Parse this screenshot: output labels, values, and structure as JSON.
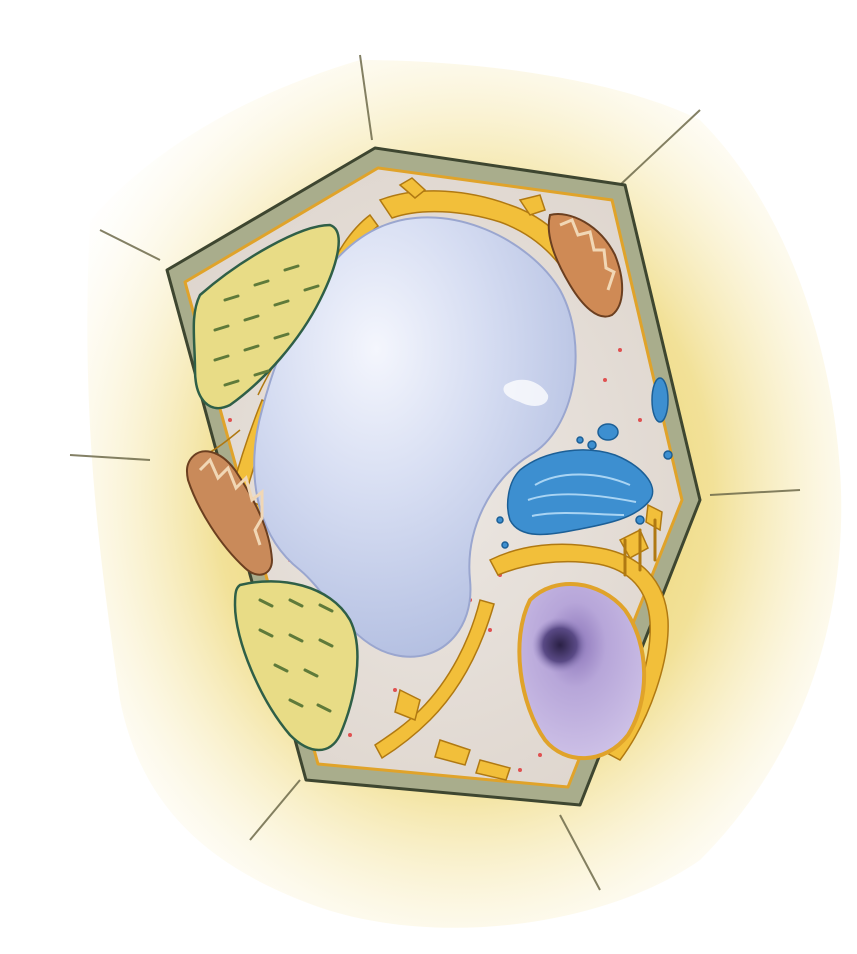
{
  "diagram": {
    "subject": "plant-cell-illustration",
    "structures": [
      {
        "key": "cell-wall",
        "icon": "cell-wall-icon"
      },
      {
        "key": "cytoplasm",
        "icon": "cytoplasm-icon"
      },
      {
        "key": "central-vacuole",
        "icon": "vacuole-icon"
      },
      {
        "key": "chloroplast",
        "icon": "chloroplast-icon",
        "count": 2
      },
      {
        "key": "mitochondrion",
        "icon": "mitochondrion-icon",
        "count": 2
      },
      {
        "key": "golgi-apparatus",
        "icon": "golgi-icon"
      },
      {
        "key": "nucleus",
        "icon": "nucleus-icon"
      },
      {
        "key": "endoplasmic-reticulum",
        "icon": "er-icon"
      }
    ],
    "colors": {
      "page": "#ffffff",
      "neighbor_cells": "#f4e7a2",
      "neighbor_glow": "#e8cf5a",
      "cell_wall": "#a9ad8c",
      "cell_wall_edge": "#3e4630",
      "membrane": "#e0a32a",
      "cytoplasm": "#e6e0da",
      "vacuole": "#c9d3ee",
      "vacuole_highlight": "#f2f5fd",
      "chloroplast": "#e8dc86",
      "thylakoid": "#5f7a3a",
      "mitochondrion": "#c98a5a",
      "golgi": "#3d8fd0",
      "er": "#f0b830",
      "nucleus": "#b6a3d8",
      "nucleolus": "#3a2d5c",
      "ribosome": "#e05050"
    }
  }
}
